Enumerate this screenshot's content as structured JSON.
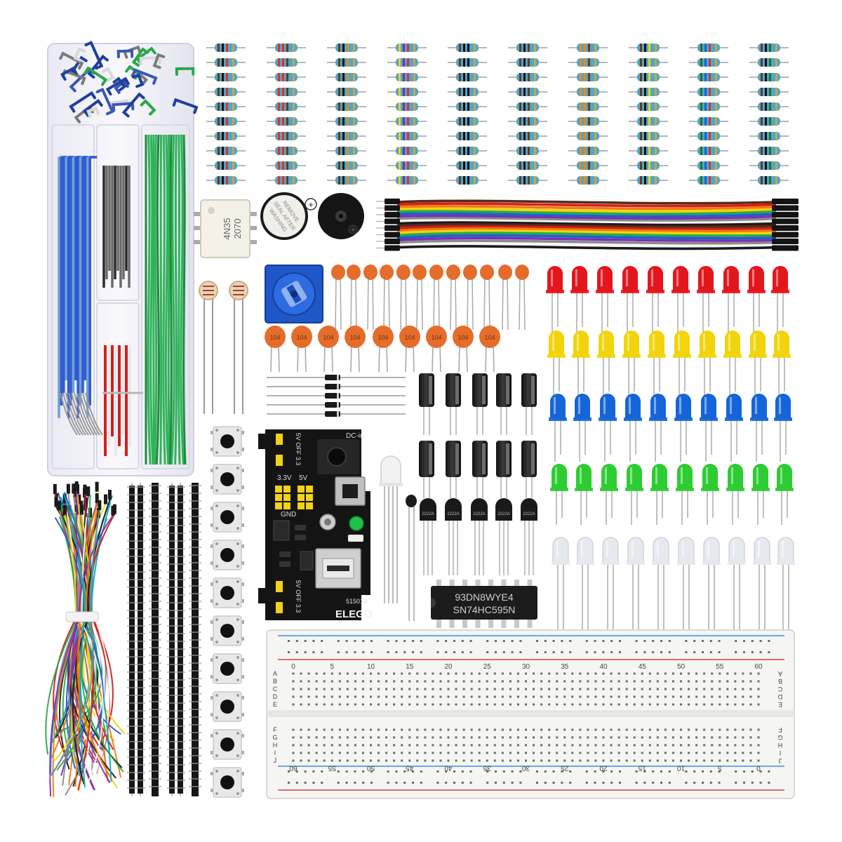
{
  "optocoupler": {
    "line1": "4N35",
    "line2": "2070"
  },
  "buzzer_sticker": {
    "line1": "REMOVE",
    "line2": "SEAL AFTER",
    "line3": "WASHING"
  },
  "capacitor_code": "104",
  "power_module": {
    "dc_label": "DC-in",
    "jumper_top": "5V OFF 3.3",
    "label_33": "3.3V",
    "label_5": "5V",
    "gnd": "GND",
    "jumper_bottom": "5V OFF 3.3",
    "model": "515013",
    "brand": "ELEGO"
  },
  "transistor_code": "2222A",
  "chip": {
    "line1": "93DN8WYE4",
    "line2": "SN74HC595N"
  },
  "breadboard": {
    "col_labels": [
      "0",
      "5",
      "10",
      "15",
      "20",
      "25",
      "30",
      "35",
      "40",
      "45",
      "50",
      "55",
      "60"
    ],
    "rows_top": [
      "A",
      "B",
      "C",
      "D",
      "E"
    ],
    "rows_bottom": [
      "F",
      "G",
      "H",
      "I",
      "J"
    ]
  },
  "colors": {
    "led_red": "#e3161d",
    "led_yellow": "#f2d40c",
    "led_blue": "#1565d8",
    "led_green": "#2dcc32",
    "led_clear": "#e6e9ee",
    "resistor_body": "#4fa7c9",
    "ceramic_cap": "#e56d2b",
    "pcb_black": "#121212"
  }
}
